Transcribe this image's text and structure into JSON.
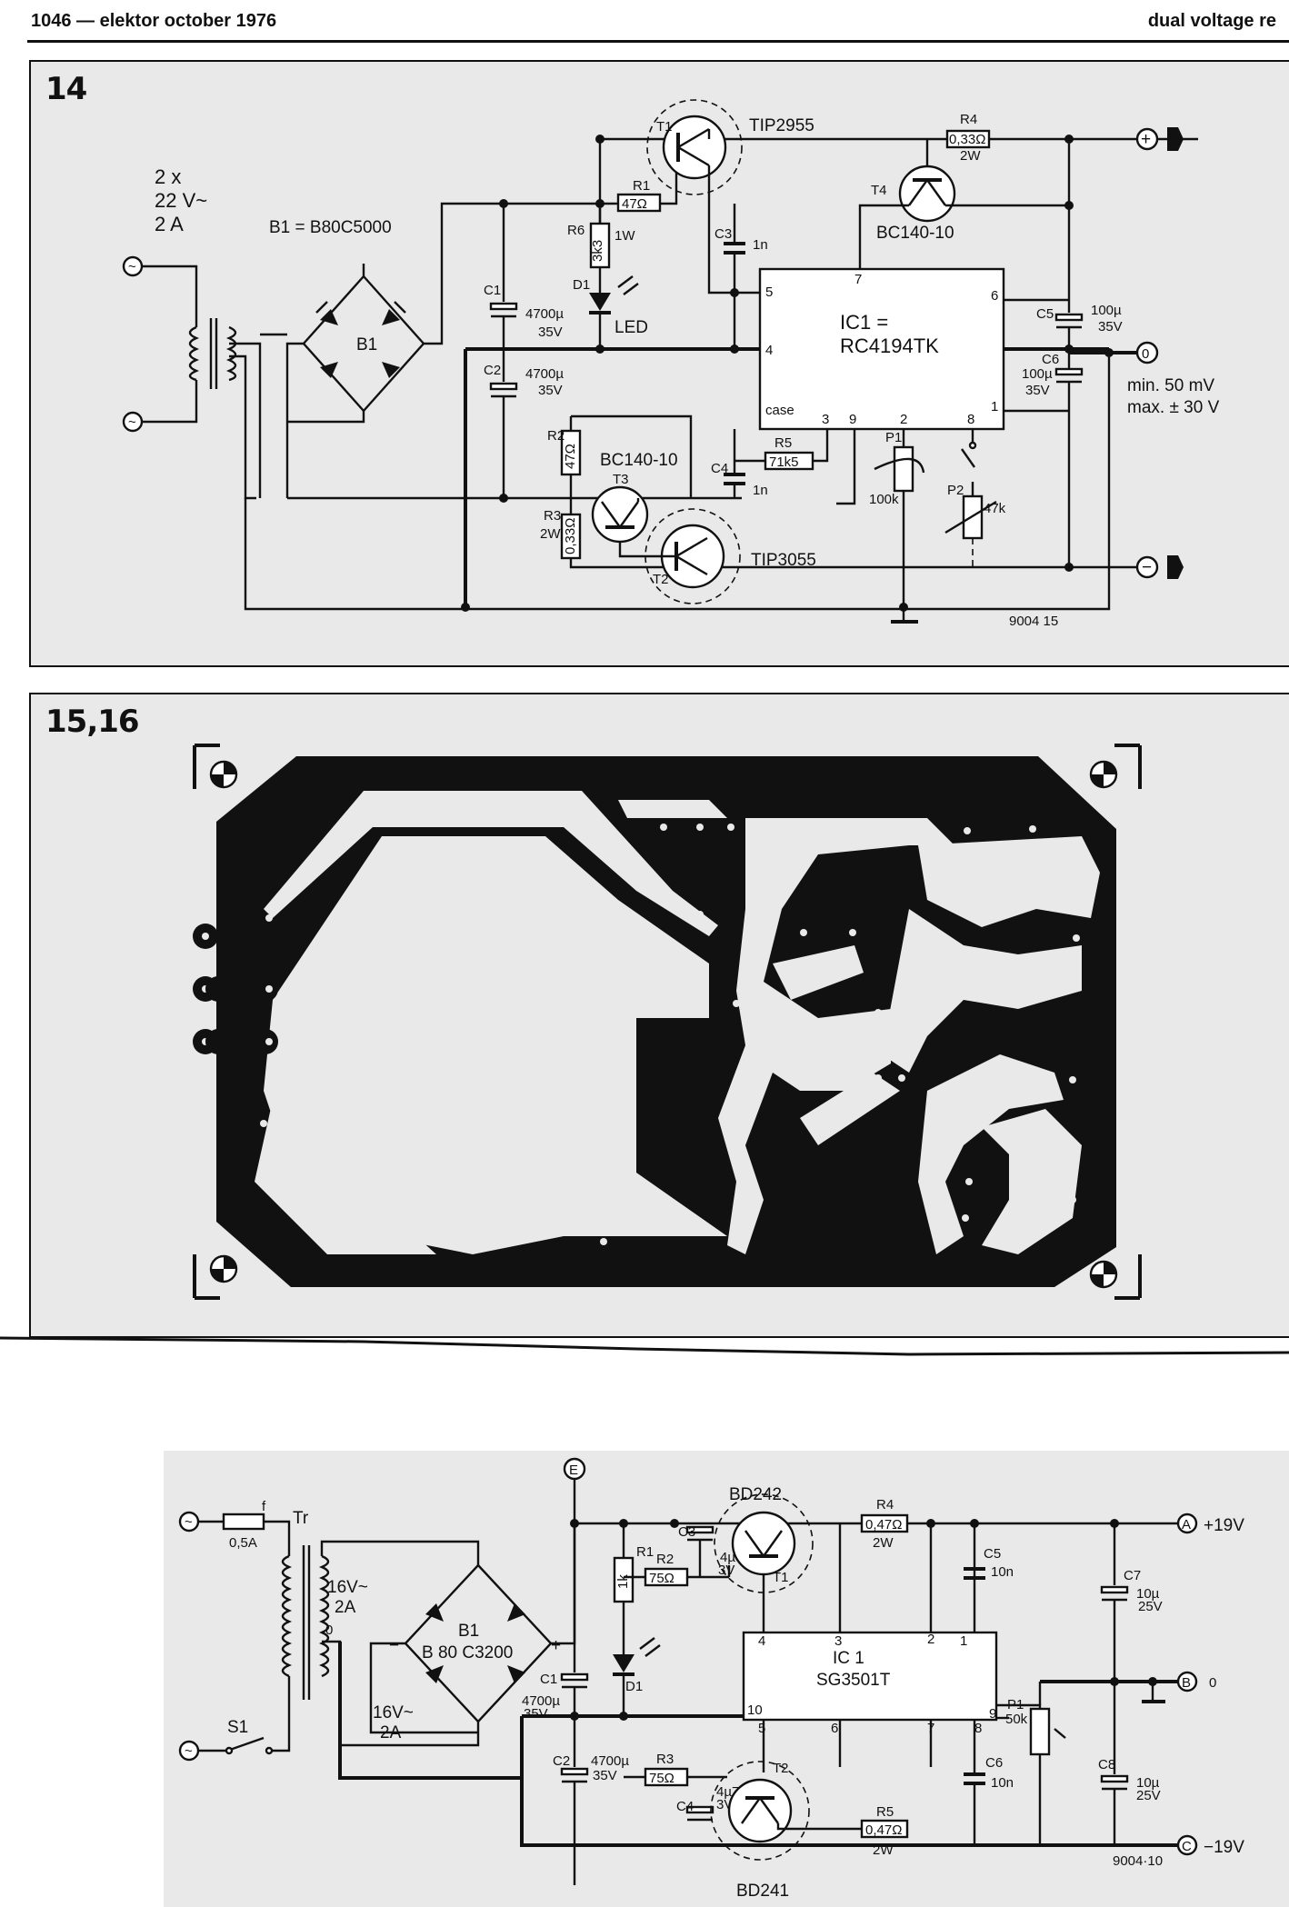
{
  "header": {
    "left": "1046 — elektor october 1976",
    "right": "dual voltage re"
  },
  "fig14": {
    "number": "14",
    "transformer": {
      "line1": "2 x",
      "line2": "22 V~",
      "line3": "2 A"
    },
    "bridge_type": "B1 = B80C5000",
    "bridge": "B1",
    "t1_label": "T1",
    "t1_type": "TIP2955",
    "t2_label": "T2",
    "t2_type": "TIP3055",
    "t3_label": "T3",
    "t3_type": "BC140-10",
    "t4_label": "T4",
    "t4_type": "BC140-10",
    "r1_label": "R1",
    "r1_value": "47Ω",
    "r2_label": "R2",
    "r2_value": "47Ω",
    "r3_label": "R3",
    "r3_value": "0,33Ω",
    "r3_power": "2W",
    "r4_label": "R4",
    "r4_value": "0,33Ω",
    "r4_power": "2W",
    "r5_label": "R5",
    "r5_value": "71k5",
    "r6_label": "R6",
    "r6_value": "3k3",
    "r6_power": "1W",
    "d1_label": "D1",
    "d1_type": "LED",
    "c1_label": "C1",
    "c1_value": "4700µ",
    "c1_volt": "35V",
    "c2_label": "C2",
    "c2_value": "4700µ",
    "c2_volt": "35V",
    "c3_label": "C3",
    "c3_value": "1n",
    "c4_label": "C4",
    "c4_value": "1n",
    "c5_label": "C5",
    "c5_value": "100µ",
    "c5_volt": "35V",
    "c6_label": "C6",
    "c6_value": "100µ",
    "c6_volt": "35V",
    "ic_label": "IC1 =",
    "ic_type": "RC4194TK",
    "ic_pins": {
      "p5": "5",
      "p7": "7",
      "p6": "6",
      "p4": "4",
      "p1": "1",
      "case": "case",
      "p3": "3",
      "p9": "9",
      "p2": "2",
      "p8": "8"
    },
    "p1_label": "P1",
    "p1_value": "100k",
    "p2_label": "P2",
    "p2_value": "47k",
    "out_plus": "+",
    "out_zero": "0",
    "out_minus": "−",
    "output_note1": "min. 50 mV",
    "output_note2": "max. ± 30 V",
    "code": "9004 15"
  },
  "fig1516": {
    "number": "15,16"
  },
  "fig_bottom": {
    "fuse_label": "f",
    "fuse_value": "0,5A",
    "tr_label": "Tr",
    "sec1": {
      "v": "16V~",
      "a": "2A"
    },
    "sec2": {
      "v": "16V~",
      "a": "2A"
    },
    "tap": "0",
    "s1_label": "S1",
    "b1_label": "B1",
    "b1_type": "B 80 C3200",
    "minus": "−",
    "plus": "+",
    "node_e": "E",
    "t1_type": "BD242",
    "t1_label": "T1",
    "t2_type": "BD241",
    "t2_label": "T2",
    "r1_label": "R1",
    "r1_value": "1k",
    "r2_label": "R2",
    "r2_value": "75Ω",
    "r3_label": "R3",
    "r3_value": "75Ω",
    "r4_label": "R4",
    "r4_value": "0,47Ω",
    "r4_power": "2W",
    "r5_label": "R5",
    "r5_value": "0,47Ω",
    "r5_power": "2W",
    "c1_label": "C1",
    "c1_value": "4700µ",
    "c1_volt": "35V",
    "c2_label": "C2",
    "c2_value": "4700µ",
    "c2_volt": "35V",
    "c3_label": "C3",
    "c3_value": "4µ7",
    "c3_volt": "3V",
    "c4_label": "C4",
    "c4_value": "4µ7",
    "c4_volt": "3V",
    "c5_label": "C5",
    "c5_value": "10n",
    "c6_label": "C6",
    "c6_value": "10n",
    "c7_label": "C7",
    "c7_value": "10µ",
    "c7_volt": "25V",
    "c8_label": "C8",
    "c8_value": "10µ",
    "c8_volt": "25V",
    "d1_label": "D1",
    "ic_label": "IC 1",
    "ic_type": "SG3501T",
    "ic_pins": {
      "p4": "4",
      "p3": "3",
      "p2": "2",
      "p1": "1",
      "p10": "10",
      "p5": "5",
      "p6": "6",
      "p7": "7",
      "p8": "8",
      "p9": "9"
    },
    "p1_label": "P1",
    "p1_value": "50k",
    "out_a": "A",
    "out_a_v": "+19V",
    "out_b": "B",
    "out_b_v": "0",
    "out_c": "C",
    "out_c_v": "−19V",
    "code": "9004·10"
  }
}
